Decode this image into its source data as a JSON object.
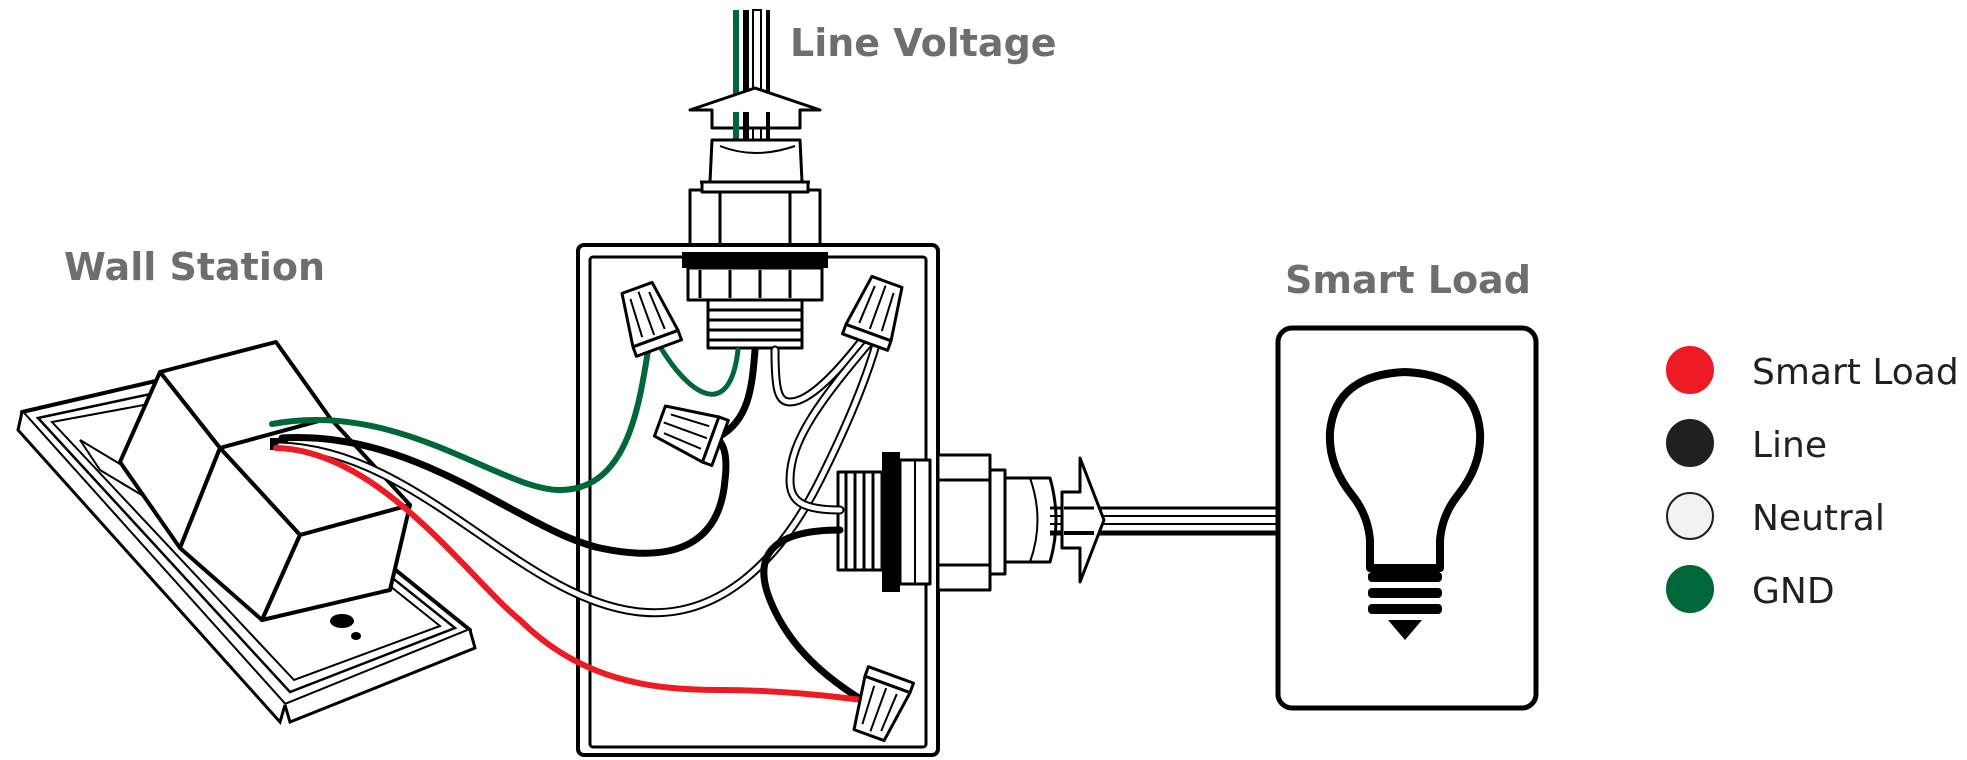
{
  "labels": {
    "line_voltage": "Line Voltage",
    "wall_station": "Wall Station",
    "smart_load": "Smart Load"
  },
  "legend": [
    {
      "label": "Smart Load",
      "color": "#ed1c24"
    },
    {
      "label": "Line",
      "color": "#231f20"
    },
    {
      "label": "Neutral",
      "color": "#f1f2f2"
    },
    {
      "label": "GND",
      "color": "#006838"
    }
  ],
  "colors": {
    "smart_load_wire": "#ed1c24",
    "line_wire": "#231f20",
    "neutral_wire": "#f1f2f2",
    "ground_wire": "#006838",
    "label_gray": "#6d6e71"
  },
  "icons": [
    "wall-station-device",
    "junction-box",
    "conduit-fitting",
    "wire-nut",
    "direction-arrow",
    "light-bulb-icon"
  ]
}
